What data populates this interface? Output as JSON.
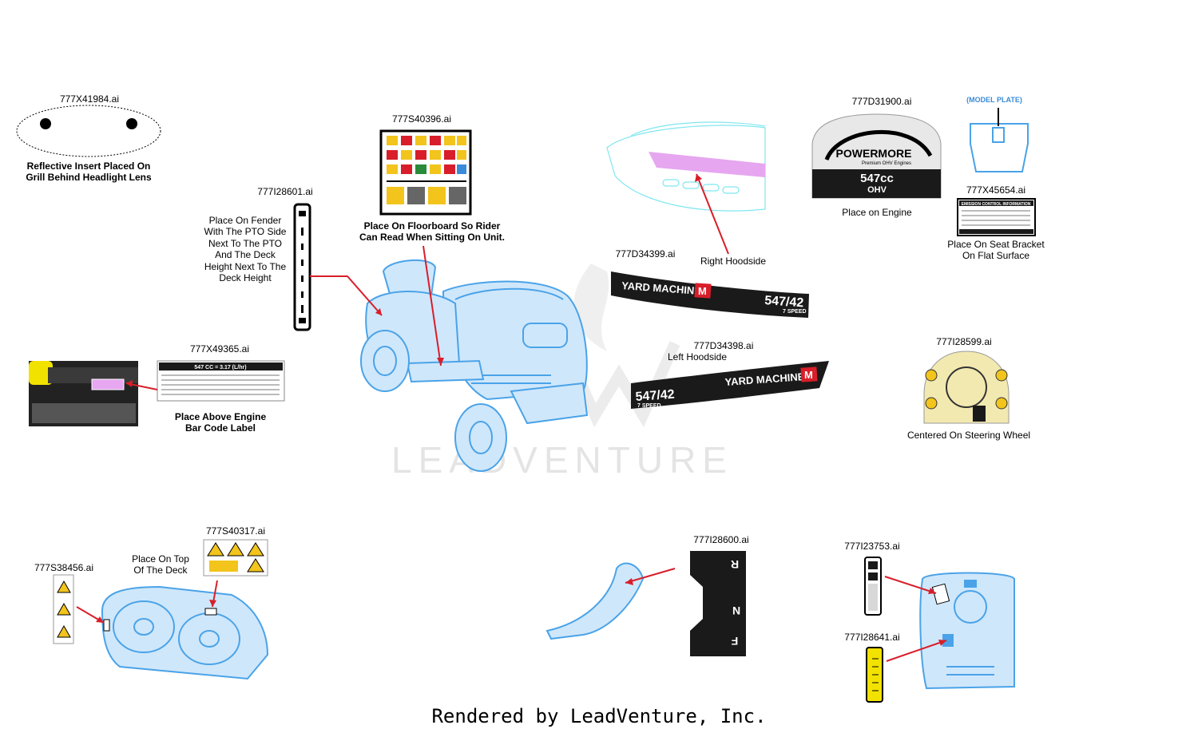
{
  "labels": {
    "l_41984": "777X41984.ai",
    "l_41984_desc1": "Reflective Insert Placed On",
    "l_41984_desc2": "Grill Behind Headlight Lens",
    "l_40396": "777S40396.ai",
    "l_40396_desc1": "Place On Floorboard So Rider",
    "l_40396_desc2": "Can Read When Sitting On Unit.",
    "l_28601": "777I28601.ai",
    "l_28601_desc1": "Place On Fender",
    "l_28601_desc2": "With The PTO Side",
    "l_28601_desc3": "Next To The PTO",
    "l_28601_desc4": "And The Deck",
    "l_28601_desc5": "Height Next To The",
    "l_28601_desc6": "Deck Height",
    "l_49365": "777X49365.ai",
    "l_49365_desc1": "Place Above Engine",
    "l_49365_desc2": "Bar Code Label",
    "l_34399": "777D34399.ai",
    "l_34399_desc": "Right Hoodside",
    "l_34398": "777D34398.ai",
    "l_34398_desc": "Left Hoodside",
    "l_31900": "777D31900.ai",
    "l_31900_desc": "Place on Engine",
    "l_model_plate": "(MODEL PLATE)",
    "l_45654": "777X45654.ai",
    "l_45654_desc1": "Place On Seat Bracket",
    "l_45654_desc2": "On Flat Surface",
    "l_28599": "777I28599.ai",
    "l_28599_desc": "Centered On Steering Wheel",
    "l_38456": "777S38456.ai",
    "l_40317": "777S40317.ai",
    "l_deck_desc1": "Place On Top",
    "l_deck_desc2": "Of The Deck",
    "l_28600": "777I28600.ai",
    "l_23753": "777I23753.ai",
    "l_28641": "777I28641.ai"
  },
  "decals": {
    "brand": "YARD MACHINES",
    "brand_badge": "M",
    "model": "547/42",
    "speed": "7 SPEED",
    "engine_brand": "POWERMORE",
    "engine_sub": "Premium OHV Engines",
    "engine_cc": "547cc",
    "engine_ohv": "OHV",
    "fuel_header": "547 CC = 3.17 (L/hr)",
    "emission_header": "EMISSION CONTROL INFORMATION",
    "shift_r": "R",
    "shift_n": "N",
    "shift_f": "F"
  },
  "watermark": "LEADVENTURE",
  "footer": "Rendered by LeadVenture, Inc.",
  "colors": {
    "line_art": "#4aa3e8",
    "arrow": "#d81e2a",
    "decal_dark": "#1a1a1a",
    "highlight": "#e6a6f0",
    "warning_yellow": "#f2c41c"
  }
}
